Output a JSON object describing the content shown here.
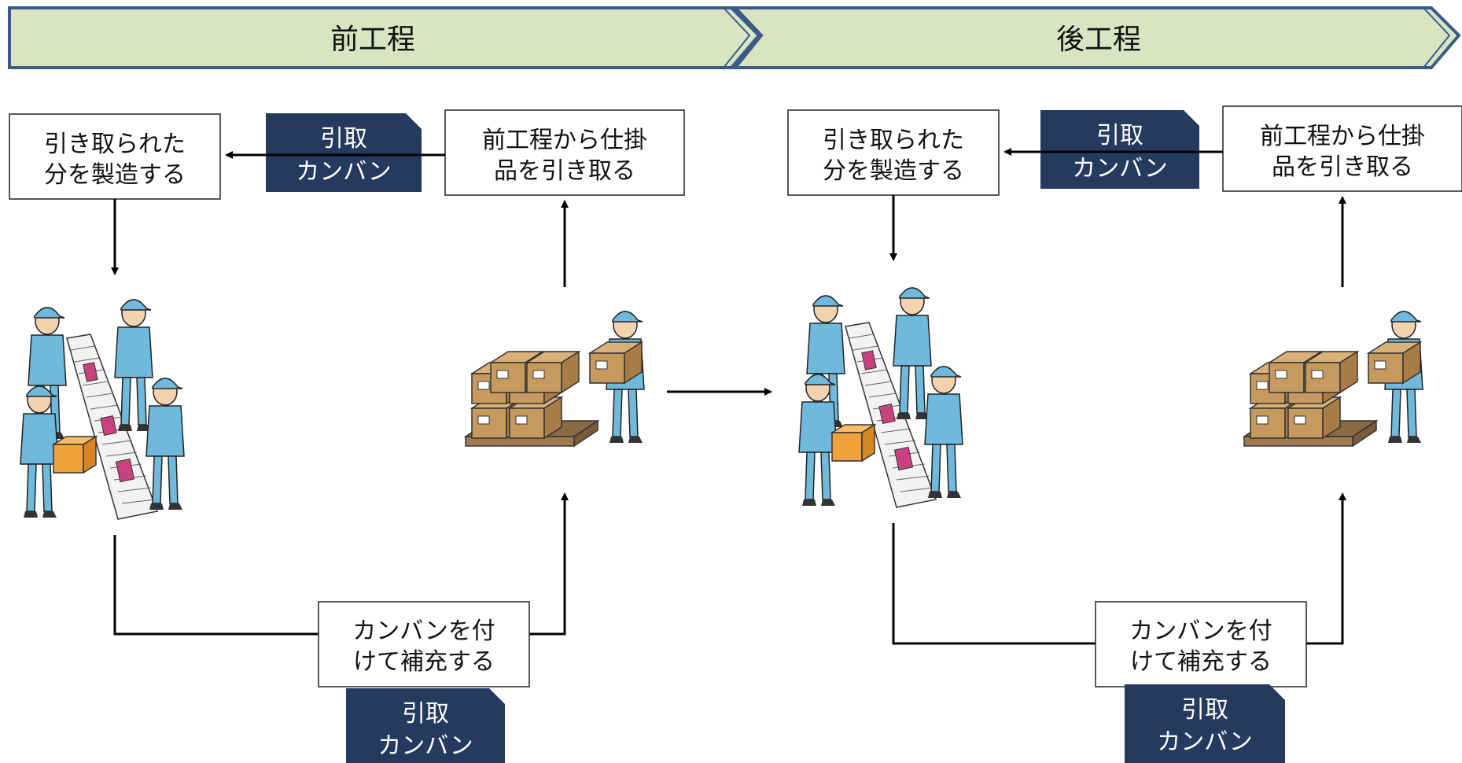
{
  "banners": [
    {
      "label": "前工程"
    },
    {
      "label": "後工程"
    }
  ],
  "process": [
    {
      "manufacture_box": [
        "引き取られた",
        "分を製造する"
      ],
      "pickup_box": [
        "前工程から仕掛",
        "品を引き取る"
      ],
      "replenish_box": [
        "カンバンを付",
        "けて補充する"
      ],
      "card_top": [
        "引取",
        "カンバン"
      ],
      "card_bottom": [
        "引取",
        "カンバン"
      ]
    },
    {
      "manufacture_box": [
        "引き取られた",
        "分を製造する"
      ],
      "pickup_box": [
        "前工程から仕掛",
        "品を引き取る"
      ],
      "replenish_box": [
        "カンバンを付",
        "けて補充する"
      ],
      "card_top": [
        "引取",
        "カンバン"
      ],
      "card_bottom": [
        "引取",
        "カンバン"
      ]
    }
  ],
  "colors": {
    "banner_fill": "#d9e5c2",
    "banner_stroke": "#3b5a8a",
    "card_fill": "#243a5e",
    "worker_uniform": "#6fb9dd",
    "box_cardboard": "#c69a5e",
    "orange_box": "#f2a23a",
    "pink_item": "#c7427e"
  }
}
